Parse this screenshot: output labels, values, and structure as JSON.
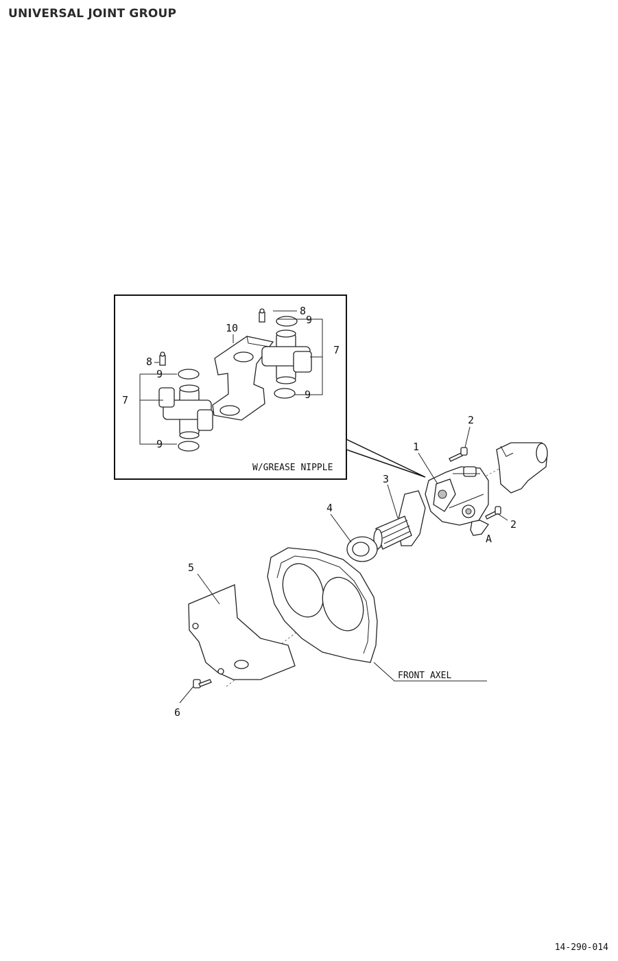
{
  "title": "UNIVERSAL JOINT GROUP",
  "inset_caption": "W/GREASE NIPPLE",
  "front_axle_label": "FRONT AXEL",
  "view_marker": "A",
  "drawing_number": "14-290-014",
  "callouts": {
    "c1": "1",
    "c2a": "2",
    "c2b": "2",
    "c3": "3",
    "c4": "4",
    "c5": "5",
    "c6": "6",
    "i7a": "7",
    "i7b": "7",
    "i8a": "8",
    "i8b": "8",
    "i9a": "9",
    "i9b": "9",
    "i9c": "9",
    "i9d": "9",
    "i10": "10"
  }
}
